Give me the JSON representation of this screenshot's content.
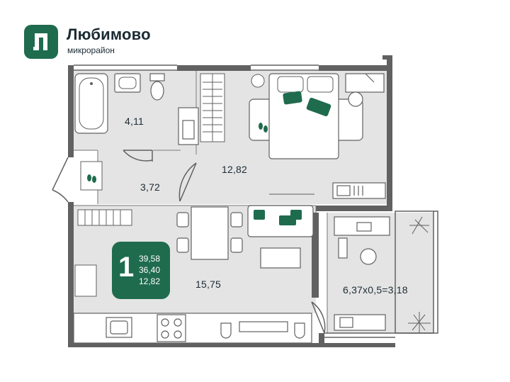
{
  "brand": {
    "name": "Любимово",
    "subtitle": "микрорайон",
    "color": "#1f6b4e"
  },
  "rooms": {
    "bathroom_area": "4,11",
    "hall_area": "3,72",
    "bedroom_area": "12,82",
    "living_area": "15,75",
    "loggia_area": "6,37х0,5=3,18"
  },
  "summary": {
    "rooms_count": "1",
    "total_area": "39,58",
    "living_area": "36,40",
    "room_area": "12,82"
  },
  "colors": {
    "floor": "#e4e4e4",
    "wall": "#616161",
    "accent": "#1f6b4e",
    "furniture": "#ffffff"
  },
  "icons": [
    "logo-icon",
    "bathtub-icon",
    "sink-icon",
    "toilet-icon",
    "bed-icon",
    "sofa-icon",
    "dining-table-icon",
    "stove-icon",
    "desk-icon",
    "plant-icon"
  ]
}
